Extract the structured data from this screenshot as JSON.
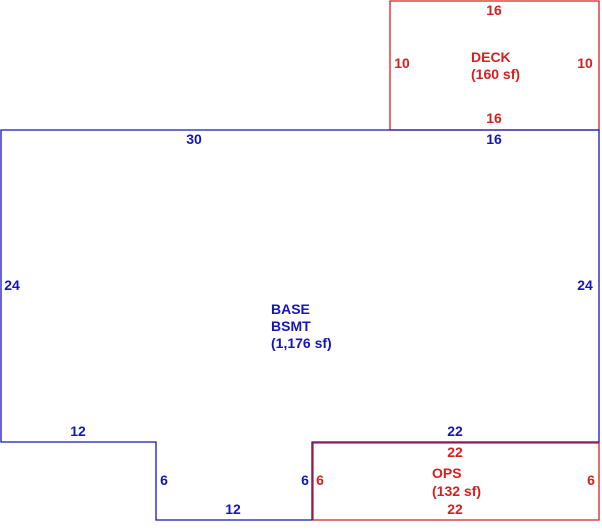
{
  "colors": {
    "base": "#1515b8",
    "addon": "#d42020"
  },
  "deck": {
    "name": "DECK",
    "area": "(160 sf)",
    "dims": {
      "top": "16",
      "bottom": "16",
      "left": "10",
      "right": "10"
    }
  },
  "base": {
    "name": "BASE",
    "subname": "BSMT",
    "area": "(1,176 sf)",
    "dims": {
      "top_left": "30",
      "top_right": "16",
      "left": "24",
      "right": "24",
      "bottom_left": "12",
      "bottom_right": "22",
      "notch_left": "6",
      "notch_right": "6",
      "notch_bottom": "12"
    }
  },
  "ops": {
    "name": "OPS",
    "area": "(132 sf)",
    "dims": {
      "top": "22",
      "bottom": "22",
      "left": "6",
      "right": "6"
    }
  }
}
